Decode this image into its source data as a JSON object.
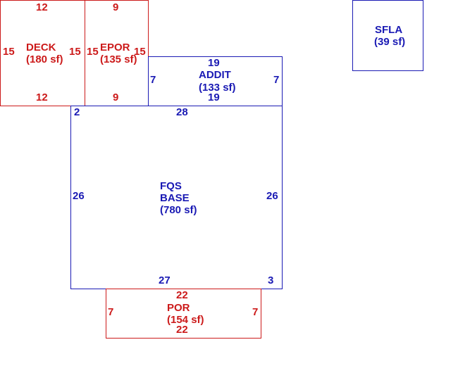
{
  "colors": {
    "blue": "#1a1ab4",
    "red": "#cc1a1a"
  },
  "deck": {
    "name": "DECK",
    "area": "(180 sf)",
    "top": "12",
    "bottom": "12",
    "left": "15",
    "right": "15"
  },
  "epor": {
    "name": "EPOR",
    "area": "(135 sf)",
    "top": "9",
    "bottom": "9",
    "left": "15",
    "right": "15"
  },
  "addit": {
    "name": "ADDIT",
    "area": "(133 sf)",
    "top": "19",
    "bottom": "19",
    "left": "7",
    "right": "7"
  },
  "sfla": {
    "name": "SFLA",
    "area": "(39 sf)"
  },
  "base": {
    "name_line1": "FQS",
    "name_line2": "BASE",
    "area": "(780 sf)",
    "top": "28",
    "top_left_short": "2",
    "left": "26",
    "right": "26",
    "bottom": "27",
    "bottom_right_short": "3"
  },
  "por": {
    "name": "POR",
    "area": "(154 sf)",
    "top": "22",
    "bottom": "22",
    "left": "7",
    "right": "7"
  }
}
